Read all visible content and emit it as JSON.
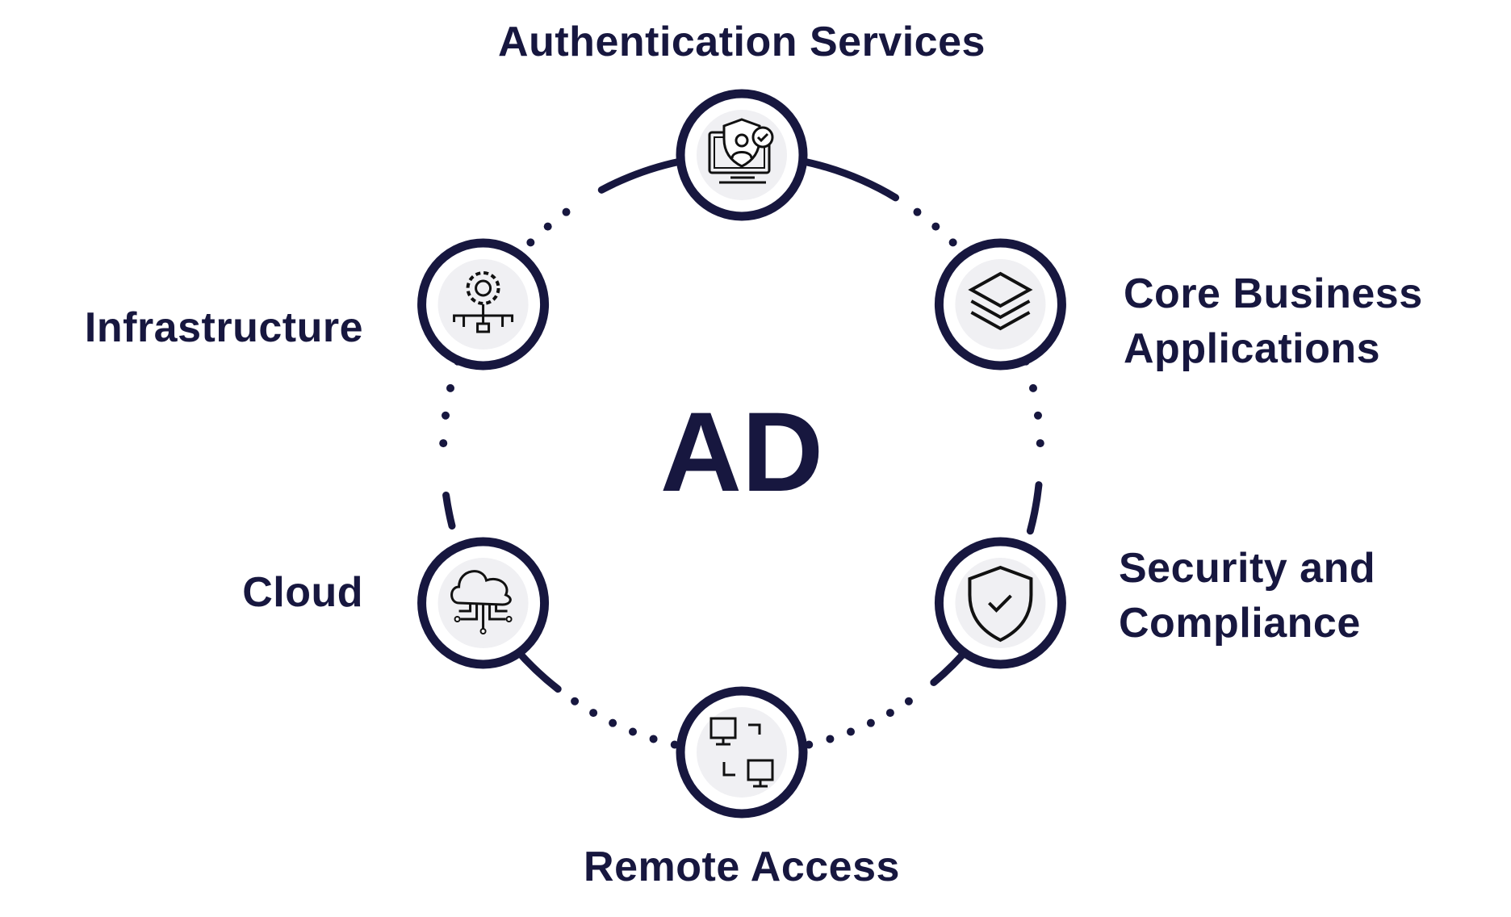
{
  "center_label": "AD",
  "nodes": [
    {
      "id": "authentication",
      "label": [
        "Authentication Services"
      ],
      "icon": "monitor-shield-user-check-icon"
    },
    {
      "id": "core-business",
      "label": [
        "Core Business",
        "Applications"
      ],
      "icon": "layers-icon"
    },
    {
      "id": "security",
      "label": [
        "Security and",
        "Compliance"
      ],
      "icon": "shield-check-icon"
    },
    {
      "id": "remote-access",
      "label": [
        "Remote Access"
      ],
      "icon": "remote-computers-icon"
    },
    {
      "id": "cloud",
      "label": [
        "Cloud"
      ],
      "icon": "cloud-network-icon"
    },
    {
      "id": "infrastructure",
      "label": [
        "Infrastructure"
      ],
      "icon": "gear-network-icon"
    }
  ],
  "colors": {
    "primary": "#17173f",
    "icon_bg": "#f0f0f3",
    "background": "#ffffff"
  }
}
